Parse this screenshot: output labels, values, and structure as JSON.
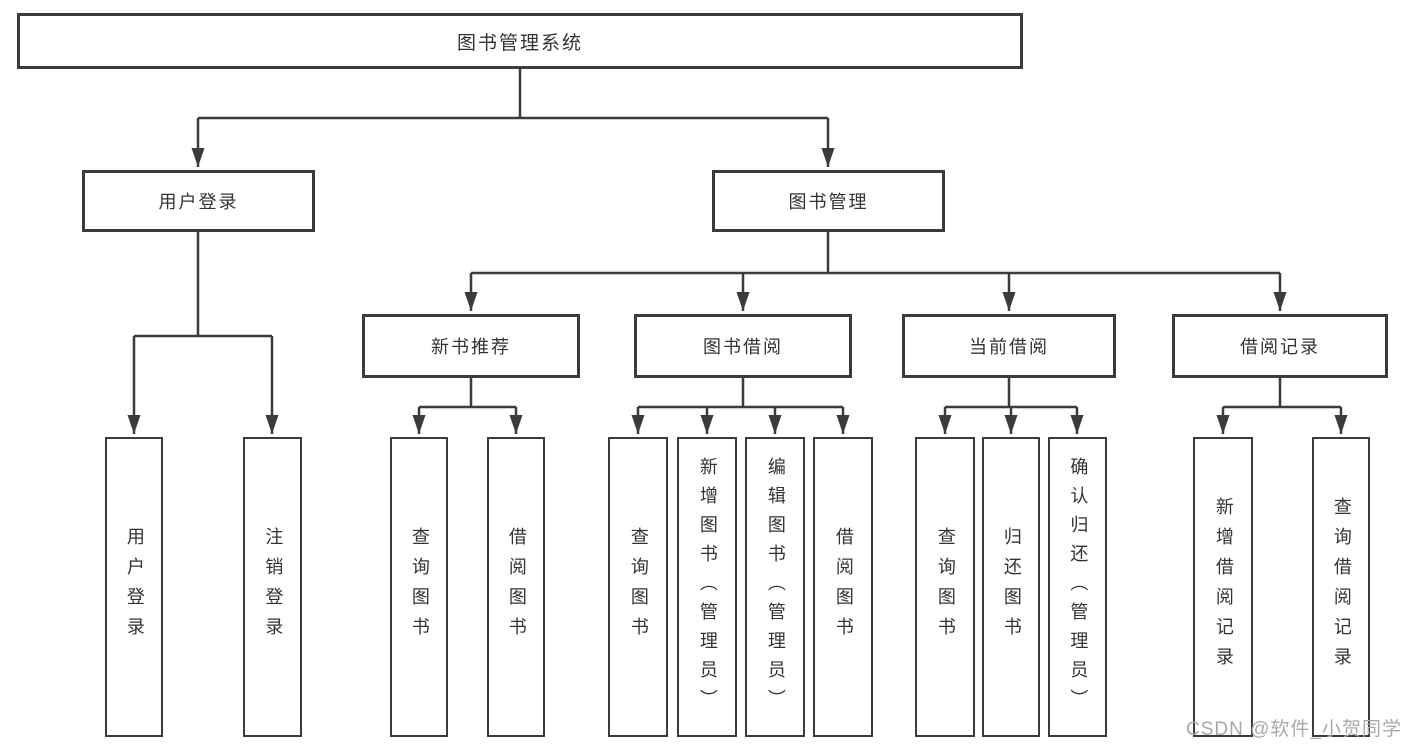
{
  "diagram": {
    "root": {
      "label": "图书管理系统",
      "children": [
        {
          "label": "用户登录",
          "children": [
            {
              "label": "用户登录"
            },
            {
              "label": "注销登录"
            }
          ]
        },
        {
          "label": "图书管理",
          "children": [
            {
              "label": "新书推荐",
              "children": [
                {
                  "label": "查询图书"
                },
                {
                  "label": "借阅图书"
                }
              ]
            },
            {
              "label": "图书借阅",
              "children": [
                {
                  "label": "查询图书"
                },
                {
                  "label": "新增图书（管理员）"
                },
                {
                  "label": "编辑图书（管理员）"
                },
                {
                  "label": "借阅图书"
                }
              ]
            },
            {
              "label": "当前借阅",
              "children": [
                {
                  "label": "查询图书"
                },
                {
                  "label": "归还图书"
                },
                {
                  "label": "确认归还（管理员）"
                }
              ]
            },
            {
              "label": "借阅记录",
              "children": [
                {
                  "label": "新增借阅记录"
                },
                {
                  "label": "查询借阅记录"
                }
              ]
            }
          ]
        }
      ]
    },
    "watermark": "CSDN @软件_小贺同学",
    "colors": {
      "line": "#3b3b3b",
      "text": "#333333",
      "watermark": "#a9a9a9",
      "background": "#ffffff"
    }
  }
}
